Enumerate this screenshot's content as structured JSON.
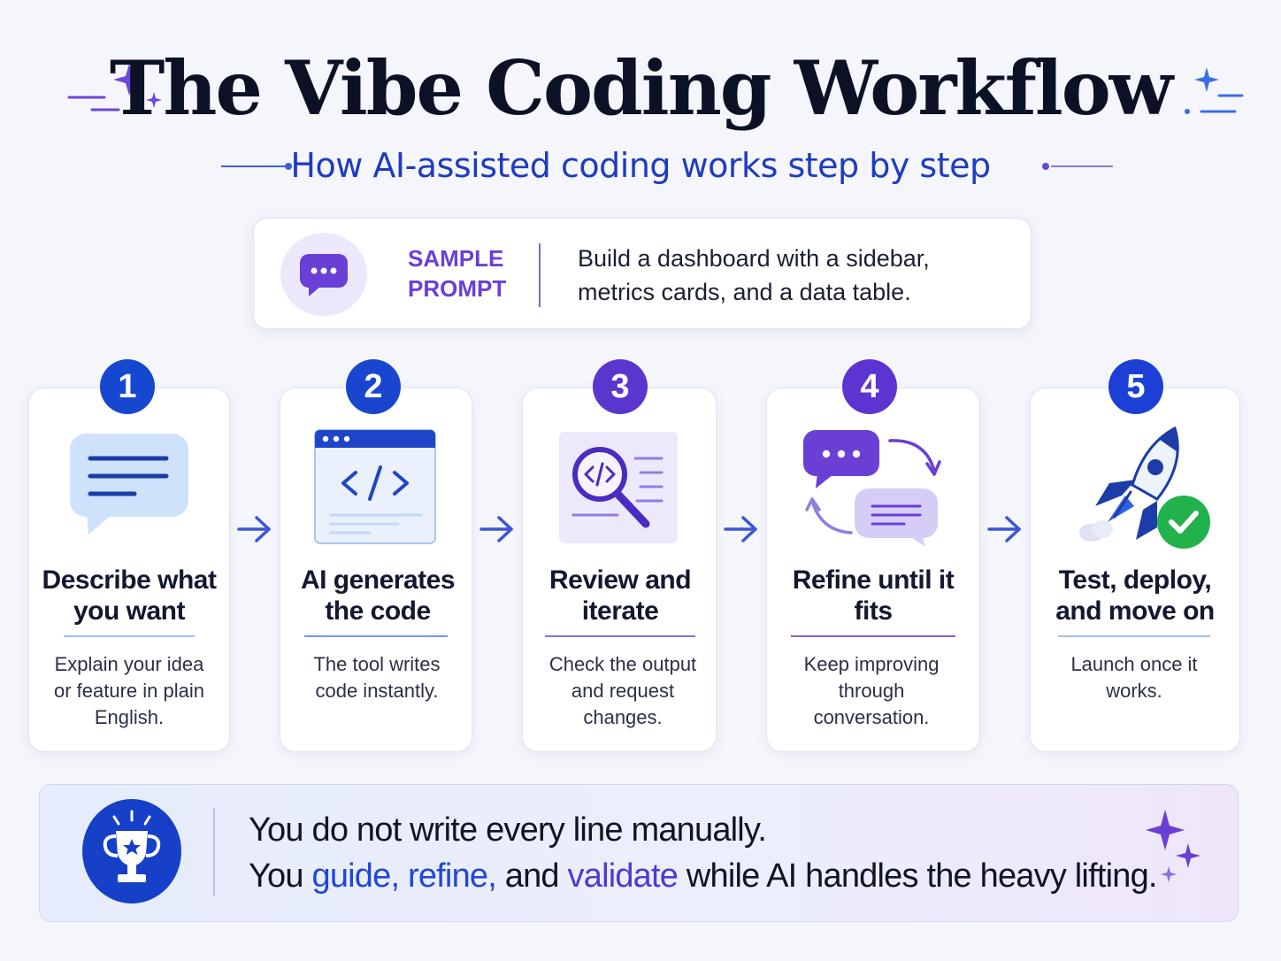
{
  "header": {
    "title": "The Vibe Coding Workflow",
    "subtitle": "How AI-assisted coding works step by step"
  },
  "prompt": {
    "label": "SAMPLE PROMPT",
    "text": "Build a dashboard with a sidebar, metrics cards, and a data table."
  },
  "steps": [
    {
      "number": "1",
      "title": "Describe what you want",
      "description": "Explain your idea or feature in plain English.",
      "color": "#1647d1",
      "icon": "chat-bubble-icon"
    },
    {
      "number": "2",
      "title": "AI generates the code",
      "description": "The tool writes code instantly.",
      "color": "#1a45cf",
      "icon": "code-window-icon"
    },
    {
      "number": "3",
      "title": "Review and iterate",
      "description": "Check the output and request changes.",
      "color": "#5a36cf",
      "icon": "code-search-icon"
    },
    {
      "number": "4",
      "title": "Refine until it fits",
      "description": "Keep improving through conversation.",
      "color": "#5b34d2",
      "icon": "conversation-cycle-icon"
    },
    {
      "number": "5",
      "title": "Test, deploy, and move on",
      "description": "Launch once it works.",
      "color": "#1c40d6",
      "icon": "rocket-check-icon"
    }
  ],
  "banner": {
    "line1": "You do not write every line manually.",
    "line2_start": "You ",
    "line2_guide": "guide, refine,",
    "line2_and": " and ",
    "line2_validate": "validate",
    "line2_end": " while AI handles the heavy lifting."
  },
  "colors": {
    "blue": "#1f47d8",
    "violet": "#5b34d2",
    "green": "#22b24c"
  }
}
